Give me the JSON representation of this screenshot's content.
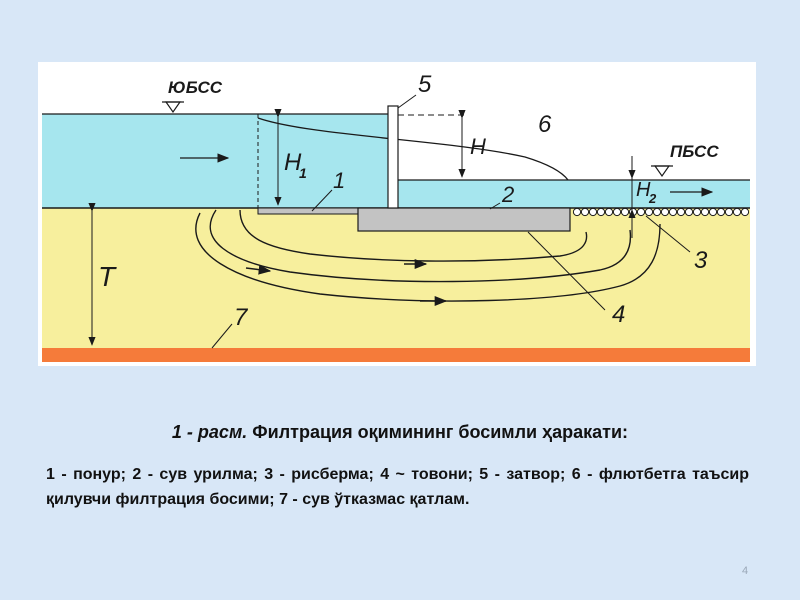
{
  "diagram": {
    "labels": {
      "upstream_level": "ЮБСС",
      "downstream_level": "ПБСС",
      "head_h1_main": "H",
      "head_h1_sub": "1",
      "head_h": "H",
      "head_h2_main": "H",
      "head_h2_sub": "2",
      "depth_t": "T",
      "n1": "1",
      "n2": "2",
      "n3": "3",
      "n4": "4",
      "n5": "5",
      "n6": "6",
      "n7": "7"
    },
    "colors": {
      "water": "#a6e6ee",
      "soil": "#f7ef9d",
      "impervious": "#f57b3a",
      "structure": "#c3c3c3",
      "line": "#1a1a1a"
    }
  },
  "caption": {
    "number": "1 - расм.",
    "title": "Филтрация оқимининг босимли ҳаракати:"
  },
  "legend_text": "1 - понур; 2 - сув урилма; 3 - рисберма; 4 ~  товони; 5 - затвор; 6 - флютбетга таъсир қилувчи филтрация босими; 7 - сув ўтказмас қатлам.",
  "page_number": "4"
}
